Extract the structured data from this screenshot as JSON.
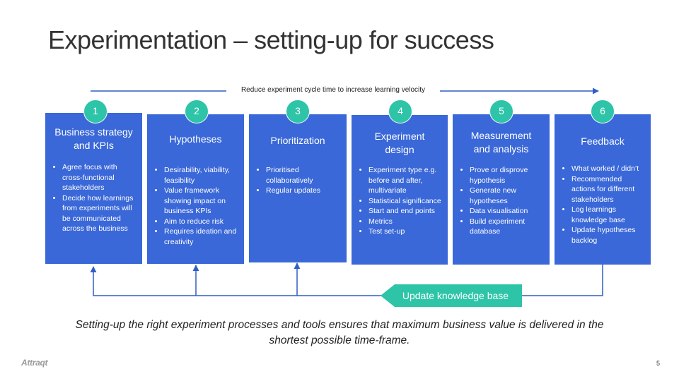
{
  "title": "Experimentation – setting-up for success",
  "top_arrow_label": "Reduce experiment cycle time to increase learning velocity",
  "steps": [
    {
      "number": "1",
      "title": [
        "Business strategy",
        "and KPIs"
      ],
      "bullets": [
        "Agree focus with cross-functional stakeholders",
        "Decide how learnings from experiments will be communicated across the business"
      ]
    },
    {
      "number": "2",
      "title": [
        "Hypotheses"
      ],
      "bullets": [
        "Desirability, viability, feasibility",
        "Value framework showing impact on business KPIs",
        "Aim to reduce risk",
        "Requires ideation and creativity"
      ]
    },
    {
      "number": "3",
      "title": [
        "Prioritization"
      ],
      "bullets": [
        "Prioritised collaboratively",
        "Regular updates"
      ]
    },
    {
      "number": "4",
      "title": [
        "Experiment",
        "design"
      ],
      "bullets": [
        "Experiment type e.g. before and after, multivariate",
        "Statistical significance",
        "Start and end points",
        "Metrics",
        "Test set-up"
      ]
    },
    {
      "number": "5",
      "title": [
        "Measurement",
        "and analysis"
      ],
      "bullets": [
        "Prove or disprove hypothesis",
        "Generate new hypotheses",
        "Data visualisation",
        "Build experiment database"
      ]
    },
    {
      "number": "6",
      "title": [
        "Feedback"
      ],
      "bullets": [
        "What worked / didn’t",
        "Recommended actions for different stakeholders",
        "Log learnings knowledge base",
        "Update hypotheses backlog"
      ]
    }
  ],
  "update_knowledge_base": "Update knowledge base",
  "caption": "Setting-up the right experiment processes and tools ensures that maximum business value is delivered in the shortest possible time-frame.",
  "logo_text": "Attraqt",
  "page_number": "5",
  "colors": {
    "box": "#3a68d8",
    "circle": "#2ec4a8",
    "arrow": "#2f5fc4"
  }
}
